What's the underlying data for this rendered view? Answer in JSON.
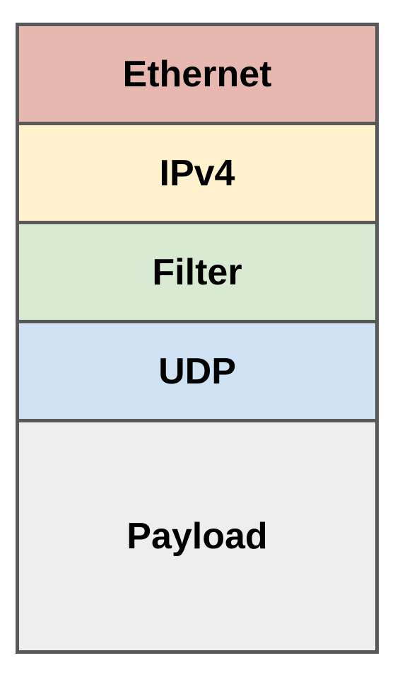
{
  "layers": [
    {
      "label": "Ethernet",
      "color": "#e6b8af"
    },
    {
      "label": "IPv4",
      "color": "#fff2cc"
    },
    {
      "label": "Filter",
      "color": "#d9ead3"
    },
    {
      "label": "UDP",
      "color": "#cfe2f3"
    },
    {
      "label": "Payload",
      "color": "#eeeeee"
    }
  ],
  "border_color": "#595959"
}
